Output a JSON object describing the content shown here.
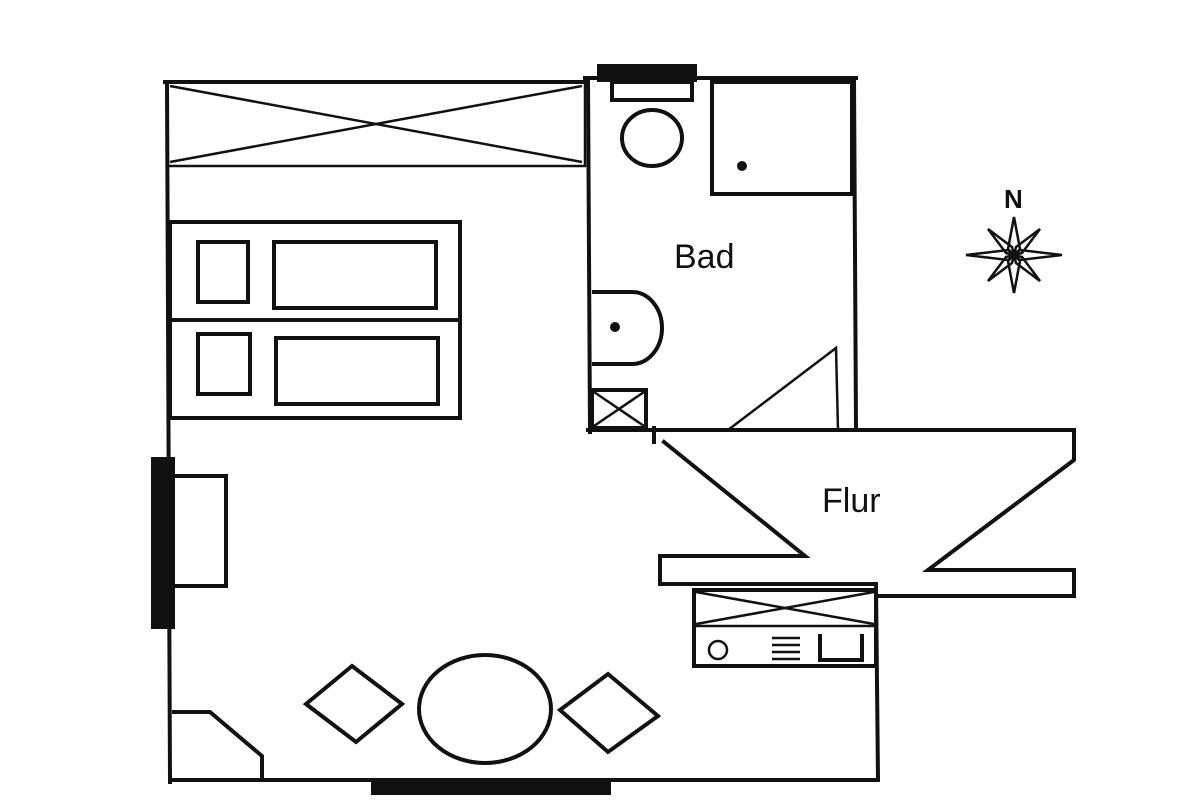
{
  "rooms": [
    {
      "id": "bad",
      "label": "Bad"
    },
    {
      "id": "flur",
      "label": "Flur"
    }
  ],
  "compass": {
    "north_label": "N"
  },
  "colors": {
    "ink": "#111111",
    "background": "#ffffff"
  },
  "icons": [
    "compass-rose-icon",
    "toilet-icon",
    "sink-icon",
    "stove-icon"
  ]
}
